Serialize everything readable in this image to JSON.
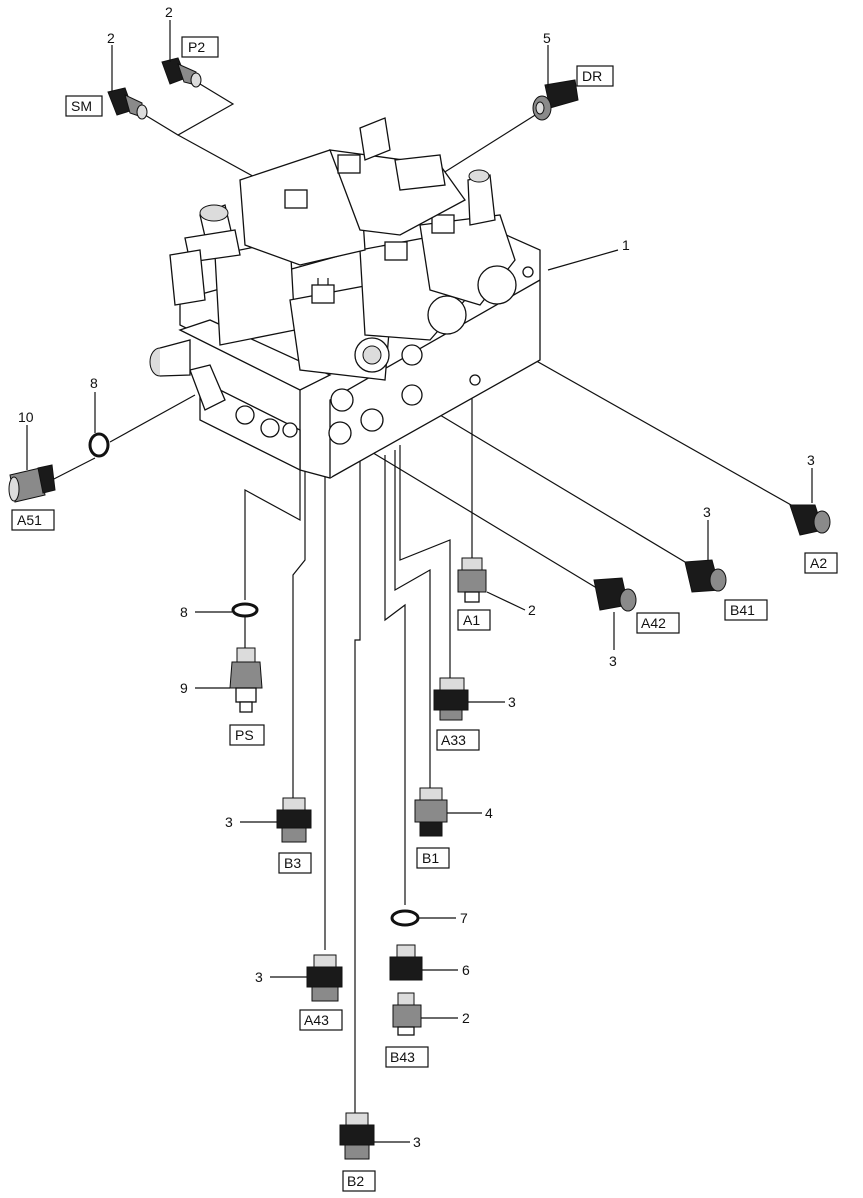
{
  "callouts": {
    "c1": "1",
    "c2_p2": "2",
    "c2_sm": "2",
    "c5": "5",
    "c8_top": "8",
    "c10": "10",
    "c3_a2": "3",
    "c3_b41": "3",
    "c3_a42": "3",
    "c2_a1": "2",
    "c3_a33": "3",
    "c8_ps": "8",
    "c9": "9",
    "c3_b3": "3",
    "c4": "4",
    "c7": "7",
    "c6": "6",
    "c3_a43": "3",
    "c2_b43": "2",
    "c3_b2": "3"
  },
  "ports": {
    "p2": "P2",
    "sm": "SM",
    "dr": "DR",
    "a51": "A51",
    "a2": "A2",
    "b41": "B41",
    "a42": "A42",
    "a1": "A1",
    "a33": "A33",
    "ps": "PS",
    "b3": "B3",
    "b1": "B1",
    "a43": "A43",
    "b43": "B43",
    "b2": "B2"
  }
}
